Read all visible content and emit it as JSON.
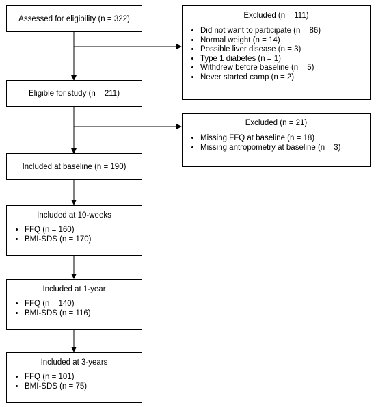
{
  "assessed": "Assessed for eligibility (n = 322)",
  "excluded1": {
    "title": "Excluded (n = 111)",
    "items": [
      "Did not want to participate (n = 86)",
      "Normal weight (n = 14)",
      "Possible liver disease (n = 3)",
      "Type 1 diabetes (n = 1)",
      "Withdrew before baseline (n = 5)",
      "Never started camp (n = 2)"
    ]
  },
  "eligible": "Eligible for study (n = 211)",
  "excluded2": {
    "title": "Excluded (n = 21)",
    "items": [
      "Missing FFQ at baseline (n = 18)",
      "Missing antropometry at baseline (n = 3)"
    ]
  },
  "baseline": "Included at baseline (n = 190)",
  "week10": {
    "title": "Included at 10-weeks",
    "items": [
      "FFQ (n = 160)",
      "BMI-SDS (n = 170)"
    ]
  },
  "year1": {
    "title": "Included at 1-year",
    "items": [
      "FFQ (n = 140)",
      "BMI-SDS (n = 116)"
    ]
  },
  "year3": {
    "title": "Included at 3-years",
    "items": [
      "FFQ (n = 101)",
      "BMI-SDS (n = 75)"
    ]
  }
}
